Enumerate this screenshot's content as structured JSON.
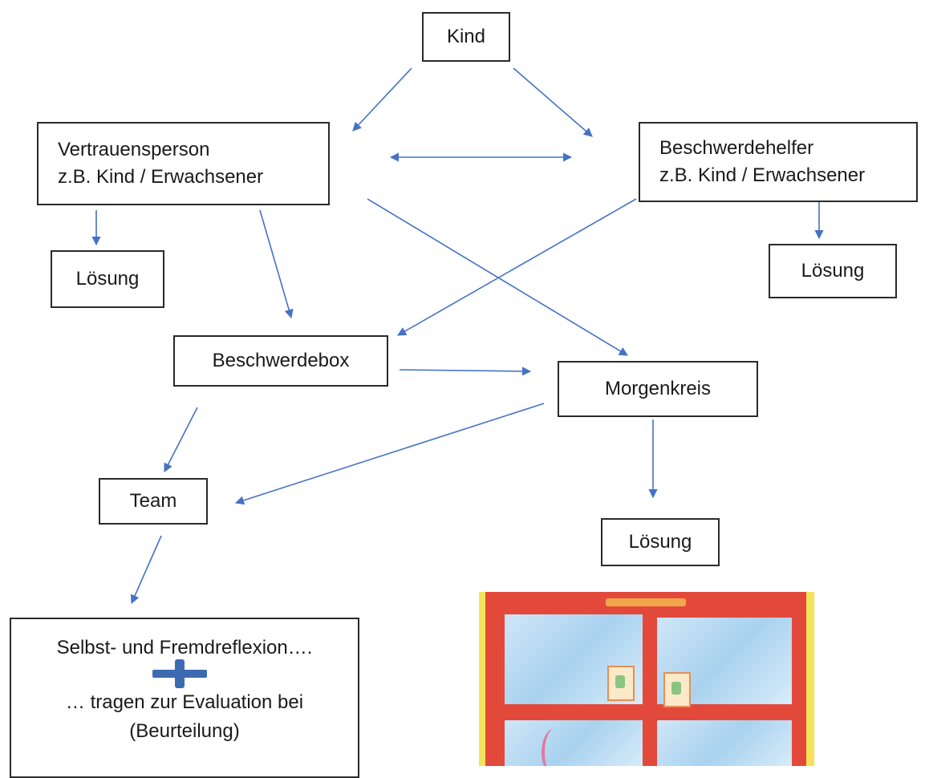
{
  "nodes": {
    "kind": "Kind",
    "vertrauensperson": [
      "Vertrauensperson",
      "z.B. Kind / Erwachsener"
    ],
    "beschwerdehelfer": [
      "Beschwerdehelfer",
      "z.B. Kind / Erwachsener"
    ],
    "loesung_left": "Lösung",
    "loesung_right": "Lösung",
    "beschwerdebox": "Beschwerdebox",
    "morgenkreis": "Morgenkreis",
    "team": "Team",
    "loesung_bottom": "Lösung",
    "reflexion": [
      "Selbst- und Fremdreflexion….",
      "… tragen zur Evaluation bei",
      "(Beurteilung)"
    ]
  },
  "colors": {
    "arrow": "#4472c4",
    "plus": "#3d6bb3",
    "box_border": "#2a2a2a",
    "poster_frame": "#e2493b",
    "poster_edge": "#f2e35a"
  },
  "icons": {
    "plus": "plus-icon"
  }
}
